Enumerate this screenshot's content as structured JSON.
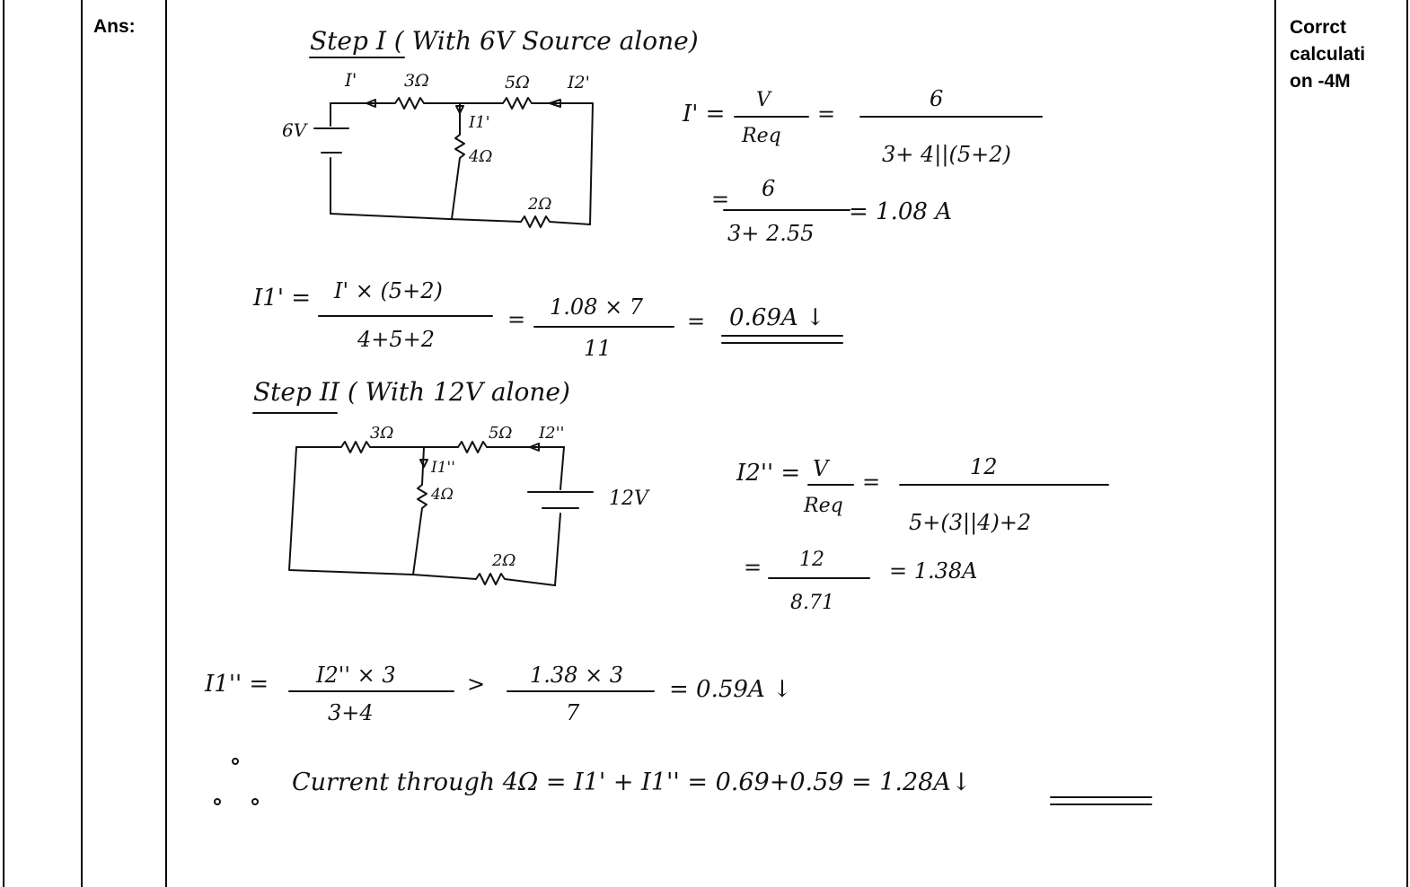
{
  "answer_label": "Ans:",
  "marks": {
    "lines": [
      "Corrct",
      "calculati",
      "on -4M"
    ]
  },
  "solution": {
    "step1_heading": "Step I ( With 6V Source alone)",
    "circuit1": {
      "source": "6V",
      "i_prime": "I'",
      "i1_prime": "I1'",
      "i2_prime": "I2'",
      "r3": "3Ω",
      "r5": "5Ω",
      "r4": "4Ω",
      "r2": "2Ω"
    },
    "step1_eq1_lhs": "I' =",
    "step1_eq1_num1": "V",
    "step1_eq1_den1": "Req",
    "step1_eq1_num2": "6",
    "step1_eq1_den2": "3+ 4||(5+2)",
    "step1_eq2_num": "6",
    "step1_eq2_den": "3+ 2.55",
    "step1_eq2_res": "= 1.08 A",
    "step1_i1_lhs": "I1' =",
    "step1_i1_num1": "I' × (5+2)",
    "step1_i1_den1": "4+5+2",
    "step1_i1_num2": "1.08 × 7",
    "step1_i1_den2": "11",
    "step1_i1_res": "0.69A ↓",
    "step2_heading": "Step II ( With 12V alone)",
    "circuit2": {
      "source": "12V",
      "i1_dprime": "I1''",
      "i2_dprime": "I2''",
      "r3": "3Ω",
      "r5": "5Ω",
      "r4": "4Ω",
      "r2": "2Ω"
    },
    "step2_eq1_lhs": "I2'' =",
    "step2_eq1_num1": "V",
    "step2_eq1_den1": "Req",
    "step2_eq1_num2": "12",
    "step2_eq1_den2": "5+(3||4)+2",
    "step2_eq2_num": "12",
    "step2_eq2_den": "8.71",
    "step2_eq2_res": "= 1.38A",
    "step2_i1_lhs": "I1'' =",
    "step2_i1_num1": "I2'' × 3",
    "step2_i1_den1": "3+4",
    "step2_i1_num2": "1.38 × 3",
    "step2_i1_den2": "7",
    "step2_i1_res": "= 0.59A ↓",
    "conclusion": "Current through 4Ω = I1' + I1'' = 0.69+0.59 = 1.28A↓"
  }
}
